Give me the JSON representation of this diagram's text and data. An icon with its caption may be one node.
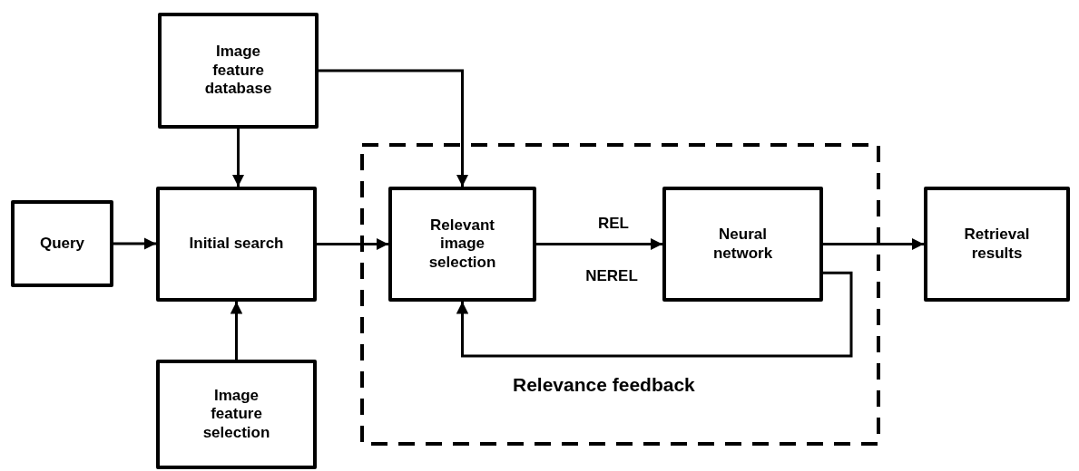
{
  "diagram": {
    "nodes": [
      {
        "text": [
          "Image feature database"
        ]
      },
      {
        "text": [
          "Query"
        ]
      },
      {
        "text": [
          "Initial search"
        ]
      },
      {
        "text": [
          "Relevance feedback"
        ]
      },
      {
        "text": [
          "Relevant image selection"
        ],
        "in": 3
      },
      {
        "text": [
          "Neural network"
        ],
        "in": 3
      },
      {
        "text": [
          "Retrieval results"
        ]
      },
      {
        "text": [
          "Image feature selection"
        ]
      }
    ],
    "edges": [
      {
        "from": 1,
        "to": 2,
        "arrow": "to"
      },
      {
        "from": 0,
        "to": 2,
        "arrow": "to"
      },
      {
        "from": 0,
        "to": 4,
        "arrow": "to"
      },
      {
        "from": 7,
        "to": 2,
        "arrow": "to"
      },
      {
        "from": 2,
        "to": 4,
        "arrow": "to"
      },
      {
        "from": 4,
        "to": 5,
        "label": "REL",
        "arrow": "to"
      },
      {
        "from": 5,
        "to": 4,
        "label": "NEREL",
        "arrow": "to"
      },
      {
        "from": 5,
        "to": 6,
        "arrow": "to"
      }
    ]
  }
}
